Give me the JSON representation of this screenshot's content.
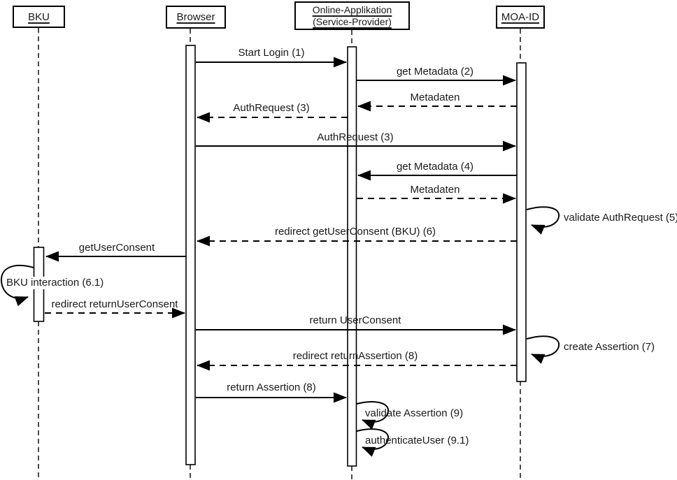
{
  "diagram": {
    "type": "uml-sequence-diagram",
    "colors": {
      "line": "#000000",
      "text": "#1a1a1a",
      "background": "#ffffff"
    },
    "actors": [
      {
        "name": "BKU"
      },
      {
        "name": "Browser"
      },
      {
        "name": "Online-Applikation (Service-Provider)"
      },
      {
        "name": "MOA-ID"
      }
    ],
    "messages": [
      {
        "label": "Start Login (1)",
        "from": "Browser",
        "to": "Online-Applikation (Service-Provider)",
        "line": "solid",
        "kind": "message"
      },
      {
        "label": "get Metadata (2)",
        "from": "Online-Applikation (Service-Provider)",
        "to": "MOA-ID",
        "line": "solid",
        "kind": "message"
      },
      {
        "label": "Metadaten",
        "from": "MOA-ID",
        "to": "Online-Applikation (Service-Provider)",
        "line": "dashed",
        "kind": "return"
      },
      {
        "label": "AuthRequest (3)",
        "from": "Online-Applikation (Service-Provider)",
        "to": "Browser",
        "line": "dashed",
        "kind": "return"
      },
      {
        "label": "AuthRequest (3)",
        "from": "Browser",
        "to": "MOA-ID",
        "line": "solid",
        "kind": "message"
      },
      {
        "label": "get Metadata (4)",
        "from": "MOA-ID",
        "to": "Online-Applikation (Service-Provider)",
        "line": "solid",
        "kind": "message"
      },
      {
        "label": "Metadaten",
        "from": "Online-Applikation (Service-Provider)",
        "to": "MOA-ID",
        "line": "dashed",
        "kind": "return"
      },
      {
        "label": "validate AuthRequest (5)",
        "from": "MOA-ID",
        "to": "MOA-ID",
        "line": "solid",
        "kind": "self"
      },
      {
        "label": "redirect getUserConsent (BKU) (6)",
        "from": "MOA-ID",
        "to": "Browser",
        "line": "dashed",
        "kind": "return"
      },
      {
        "label": "getUserConsent",
        "from": "Browser",
        "to": "BKU",
        "line": "solid",
        "kind": "message"
      },
      {
        "label": "BKU interaction (6.1)",
        "from": "BKU",
        "to": "BKU",
        "line": "solid",
        "kind": "self"
      },
      {
        "label": "redirect returnUserConsent",
        "from": "BKU",
        "to": "Browser",
        "line": "dashed",
        "kind": "return"
      },
      {
        "label": "return UserConsent",
        "from": "Browser",
        "to": "MOA-ID",
        "line": "solid",
        "kind": "message"
      },
      {
        "label": "create Assertion (7)",
        "from": "MOA-ID",
        "to": "MOA-ID",
        "line": "solid",
        "kind": "self"
      },
      {
        "label": "redirect returnAssertion (8)",
        "from": "MOA-ID",
        "to": "Browser",
        "line": "dashed",
        "kind": "return"
      },
      {
        "label": "return Assertion (8)",
        "from": "Browser",
        "to": "Online-Applikation (Service-Provider)",
        "line": "solid",
        "kind": "message"
      },
      {
        "label": "validate Assertion (9)",
        "from": "Online-Applikation (Service-Provider)",
        "to": "Online-Applikation (Service-Provider)",
        "line": "solid",
        "kind": "self"
      },
      {
        "label": "authenticateUser (9.1)",
        "from": "Online-Applikation (Service-Provider)",
        "to": "Online-Applikation (Service-Provider)",
        "line": "solid",
        "kind": "self"
      }
    ]
  }
}
